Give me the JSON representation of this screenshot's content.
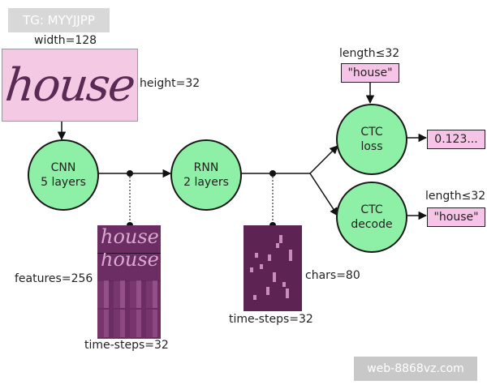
{
  "watermark_top": "TG: MYYJJPP",
  "watermark_bottom": "web-8868vz.com",
  "input": {
    "word": "house",
    "width_label": "width=128",
    "height_label": "height=32"
  },
  "nodes": {
    "cnn": {
      "line1": "CNN",
      "line2": "5 layers"
    },
    "rnn": {
      "line1": "RNN",
      "line2": "2 layers"
    },
    "ctc_loss": {
      "line1": "CTC",
      "line2": "loss"
    },
    "ctc_decode": {
      "line1": "CTC",
      "line2": "decode"
    }
  },
  "features": {
    "features_label": "features=256",
    "time_steps_label": "time-steps=32",
    "rows": [
      "house",
      "house"
    ]
  },
  "chars": {
    "chars_label": "chars=80",
    "time_steps_label": "time-steps=32"
  },
  "ctc_loss_input": {
    "length_label": "length≤32",
    "value": "\"house\""
  },
  "ctc_loss_output": {
    "value": "0.123..."
  },
  "ctc_decode_output": {
    "length_label": "length≤32",
    "value": "\"house\""
  },
  "colors": {
    "node_fill": "#8ef0a6",
    "box_fill": "#f6c4e6",
    "feature_map": "#6b2d63"
  }
}
